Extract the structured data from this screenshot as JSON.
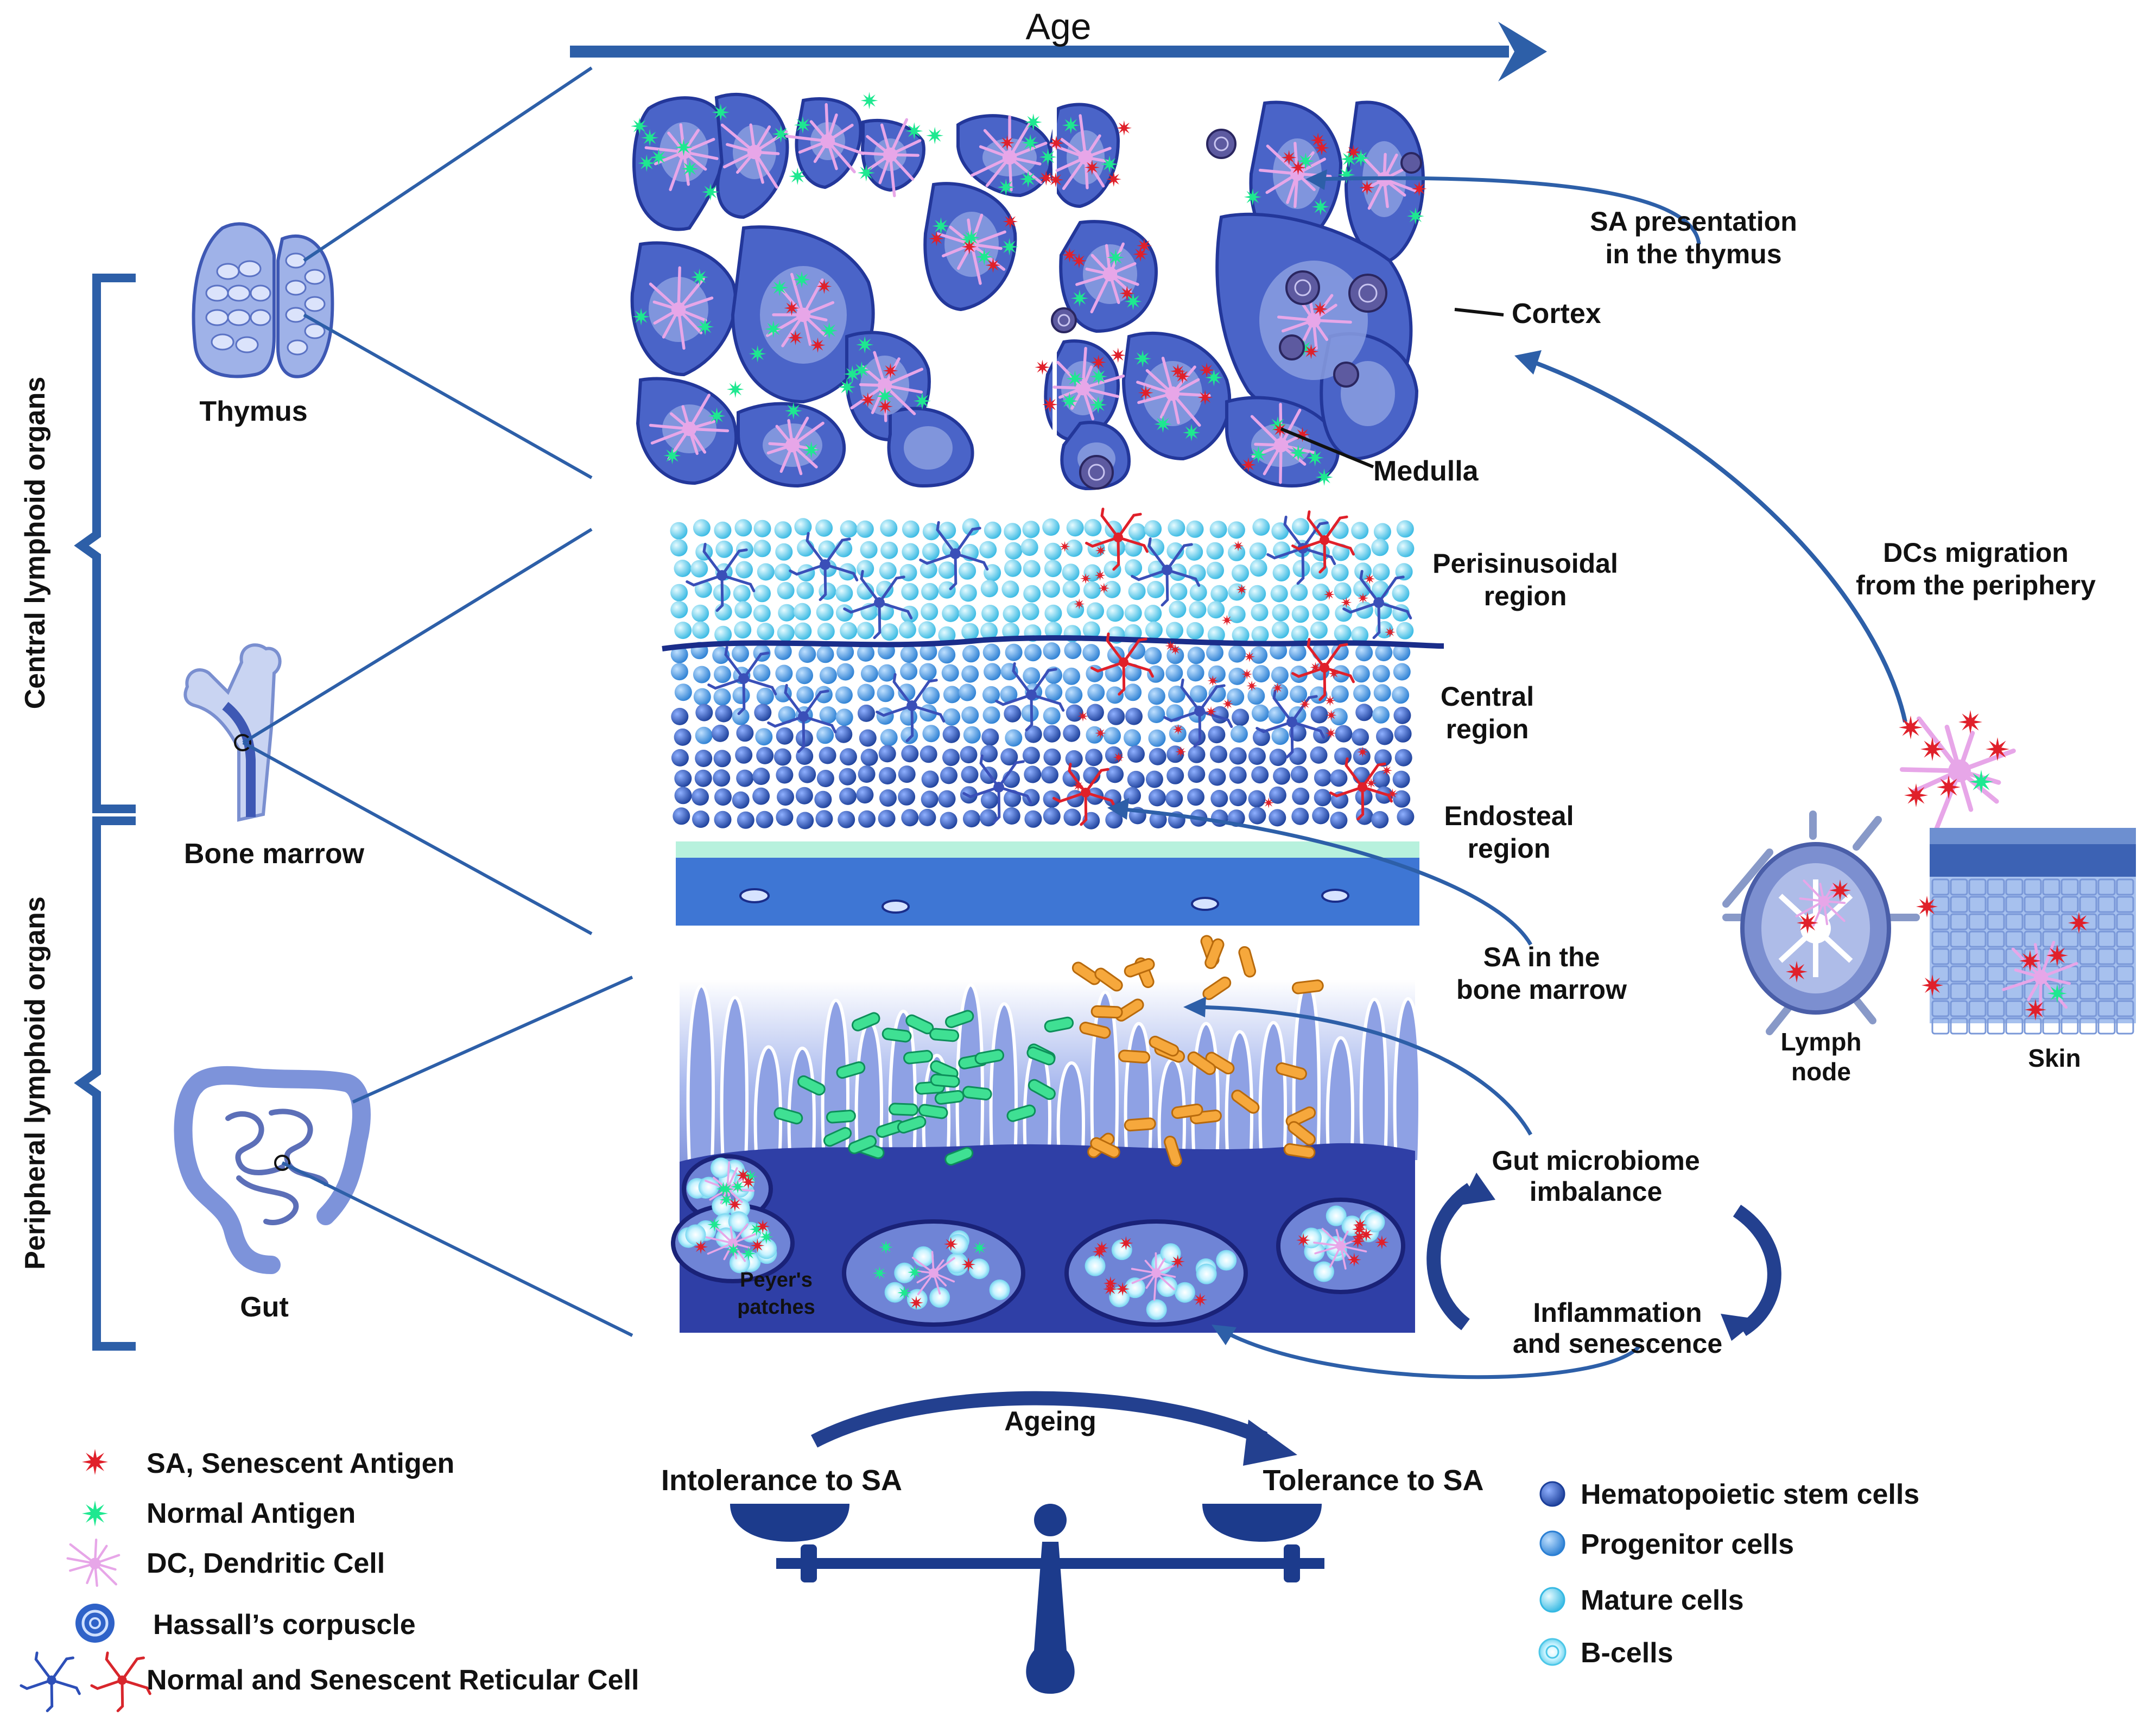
{
  "age_label": "Age",
  "organs": {
    "thymus": "Thymus",
    "bone_marrow": "Bone marrow",
    "gut": "Gut",
    "lymph_node_line1": "Lymph",
    "lymph_node_line2": "node",
    "skin": "Skin"
  },
  "groups": {
    "central": "Central lymphoid organs",
    "peripheral": "Peripheral lymphoid organs"
  },
  "thymus_labels": {
    "sa_presentation_line1": "SA presentation",
    "sa_presentation_line2": "in the thymus",
    "cortex": "Cortex",
    "medulla": "Medulla"
  },
  "marrow_labels": {
    "perisinusoidal_line1": "Perisinusoidal",
    "perisinusoidal_line2": "region",
    "central_line1": "Central",
    "central_line2": "region",
    "endosteal_line1": "Endosteal",
    "endosteal_line2": "region",
    "sa_marrow_line1": "SA in the",
    "sa_marrow_line2": "bone marrow"
  },
  "gut_labels": {
    "peyers_line1": "Peyer's",
    "peyers_line2": "patches",
    "microbiome_line1": "Gut microbiome",
    "microbiome_line2": "imbalance",
    "inflammation_line1": "Inflammation",
    "inflammation_line2": "and senescence"
  },
  "dc_migration": {
    "line1": "DCs migration",
    "line2": "from the periphery"
  },
  "balance": {
    "ageing": "Ageing",
    "intolerance": "Intolerance to SA",
    "tolerance": "Tolerance to SA"
  },
  "legend_left": [
    {
      "icon": "red-star-icon",
      "label": "SA, Senescent Antigen"
    },
    {
      "icon": "green-star-icon",
      "label": "Normal Antigen"
    },
    {
      "icon": "dendritic-cell-icon",
      "label": "DC, Dendritic Cell"
    },
    {
      "icon": "hassalls-corpuscle-icon",
      "label": "Hassall’s corpuscle"
    },
    {
      "icon": "reticular-cell-icon",
      "label": "Normal and Senescent Reticular Cell"
    }
  ],
  "legend_right": [
    {
      "icon": "hematopoietic-stem-cell-icon",
      "label": "Hematopoietic stem cells"
    },
    {
      "icon": "progenitor-cell-icon",
      "label": "Progenitor cells"
    },
    {
      "icon": "mature-cell-icon",
      "label": "Mature cells"
    },
    {
      "icon": "b-cell-icon",
      "label": "B-cells"
    }
  ],
  "colors": {
    "arrow_blue": "#2d5fa8",
    "dark_blue": "#1f3f8a",
    "senescent_red": "#e0202a",
    "normal_green": "#1ee890",
    "dendritic_pink": "#e7a6e8",
    "thymus_lobe": "#4a64c8",
    "thymus_medulla": "#8a9ee0"
  }
}
